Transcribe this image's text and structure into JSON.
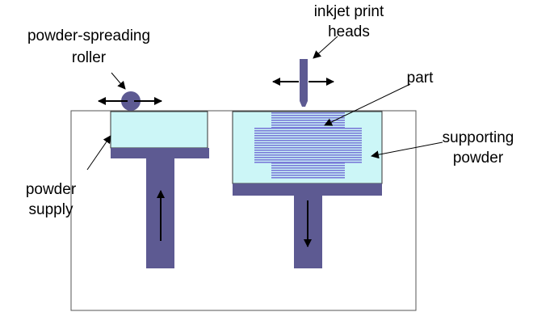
{
  "labels": {
    "roller_line1": "powder-spreading",
    "roller_line2": "roller",
    "heads_line1": "inkjet print",
    "heads_line2": "heads",
    "part": "part",
    "support_line1": "supporting",
    "support_line2": "powder",
    "supply_line1": "powder",
    "supply_line2": "supply"
  },
  "colors": {
    "machine": "#5d5a92",
    "powder": "#ccf6f7",
    "part_stripes": "#7a7ad8",
    "outline": "#000000"
  },
  "icons": {
    "roller": "circle",
    "arrows": "double-headed-arrow"
  }
}
